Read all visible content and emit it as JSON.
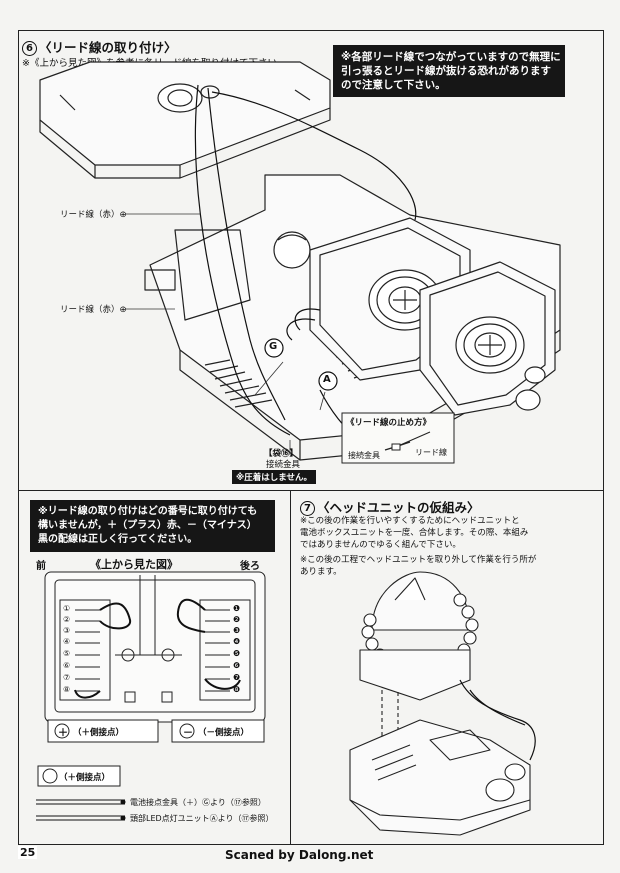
{
  "step6": {
    "num": "6",
    "title": "〈リード線の取り付け〉",
    "note": "※《上から見た図》を参考に各リード線を取り付けて下さい。",
    "warning_lines": [
      "※各部リード線でつながっていますので無理に",
      "引っ張るとリード線が抜ける恐れがあります",
      "ので注意して下さい。"
    ],
    "label_red_plus_1": "リード線（赤）⊕",
    "label_red_plus_2": "リード線（赤）⊕",
    "marker_g": "G",
    "marker_a": "A",
    "bag_label": "【袋⑯】",
    "connector_label": "接続金具",
    "no_adhesive": "※圧着はしません。",
    "stop_method_title": "《リード線の止め方》",
    "stop_connector": "接続金具",
    "stop_lead": "リード線"
  },
  "wiring": {
    "warning_lines": [
      "※リード線の取り付けはどの番号に取り付けても",
      "構いませんが，＋（プラス）赤、－（マイナス）",
      "黒の配線は正しく行ってください。"
    ],
    "front": "前",
    "top_view": "《上から見た図》",
    "back": "後ろ",
    "left_numbers": [
      "①",
      "②",
      "③",
      "④",
      "⑤",
      "⑥",
      "⑦",
      "⑧"
    ],
    "right_numbers": [
      "❶",
      "❷",
      "❸",
      "❹",
      "❺",
      "❻",
      "❼",
      "❽"
    ],
    "plus_contact": "（＋側接点）",
    "minus_contact": "（－側接点）",
    "plus_symbol": "＋",
    "minus_symbol": "－",
    "legend_plus": "（＋側接点）",
    "legend_line1": "電池接点金具（＋）Ⓖより（⑰参照）",
    "legend_line2": "頭部LED点灯ユニットⒶより（⑰参照）"
  },
  "step7": {
    "num": "7",
    "title": "〈ヘッドユニットの仮組み〉",
    "note1_lines": [
      "※この後の作業を行いやすくするためにヘッドユニットと",
      "電池ボックスユニットを一度、合体します。その際、本組み",
      "ではありませんのでゆるく組んで下さい。"
    ],
    "note2_lines": [
      "※この後の工程でヘッドユニットを取り外して作業を行う所が",
      "あります。"
    ]
  },
  "footer": {
    "page_number": "25",
    "credit": "Scaned by Dalong.net"
  },
  "colors": {
    "ink": "#111111",
    "paper": "#f4f4f2",
    "warning_bg": "#161616"
  }
}
